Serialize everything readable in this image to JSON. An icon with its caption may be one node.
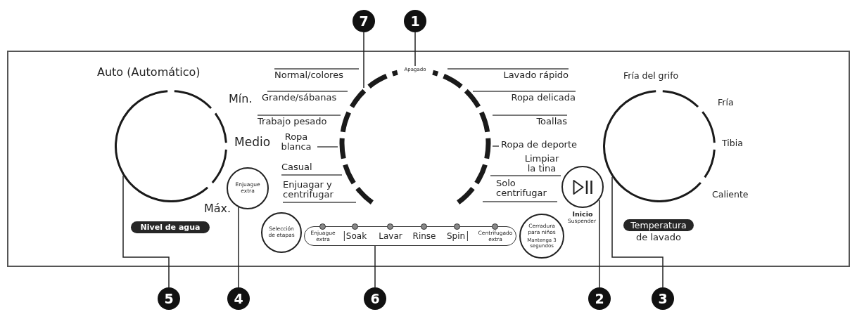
{
  "diagram": {
    "nodes": [
      {
        "text": [
          "7"
        ]
      },
      {
        "text": [
          "1"
        ]
      },
      {
        "text": [],
        "shape": "circle",
        "beside": [
          "Auto (Automático)",
          "Mín.",
          "Medio",
          "Máx."
        ]
      },
      {
        "text": [
          "Nivel de agua"
        ]
      },
      {
        "text": [],
        "shape": "circle",
        "beside": [
          "Normal/colores",
          "Grande/sábanas",
          "Trabajo pesado",
          "Ropa blanca",
          "Casual",
          "Enjuagar y centrifugar",
          "Lavado rápido",
          "Ropa delicada",
          "Toallas",
          "Ropa de deporte",
          "Limpiar la tina",
          "Solo centrifugar"
        ]
      },
      {
        "text": [
          "Apagado"
        ],
        "in": 4
      },
      {
        "text": [
          "Enjuague extra"
        ]
      },
      {
        "text": [
          "Selección de etapas"
        ]
      },
      {
        "text": [
          "Enjuague extra",
          "Soak",
          "Lavar",
          "Rinse",
          "Spin",
          "Centrifugado extra"
        ]
      },
      {
        "text": [
          "Cerradura para niños",
          "Mantenga 3 segundos"
        ]
      },
      {
        "text": [],
        "shape": "circle",
        "beside": [
          "Inicio",
          "Suspender"
        ]
      },
      {
        "text": [],
        "shape": "circle",
        "beside": [
          "Fría del grifo",
          "Fría",
          "Tibia",
          "Caliente"
        ]
      },
      {
        "text": [
          "Temperatura",
          "de lavado"
        ]
      },
      {
        "text": [
          "5"
        ]
      },
      {
        "text": [
          "4"
        ]
      },
      {
        "text": [
          "6"
        ]
      },
      {
        "text": [
          "2"
        ]
      },
      {
        "text": [
          "3"
        ]
      }
    ],
    "edges": [
      {
        "from": 0,
        "to": 4,
        "arrow": "none"
      },
      {
        "from": 1,
        "to": 5,
        "arrow": "none"
      },
      {
        "from": 13,
        "to": 2,
        "arrow": "none"
      },
      {
        "from": 14,
        "to": 6,
        "arrow": "none"
      },
      {
        "from": 15,
        "to": 8,
        "arrow": "none"
      },
      {
        "from": 16,
        "to": 10,
        "arrow": "none"
      },
      {
        "from": 17,
        "to": 11,
        "arrow": "none"
      }
    ]
  }
}
